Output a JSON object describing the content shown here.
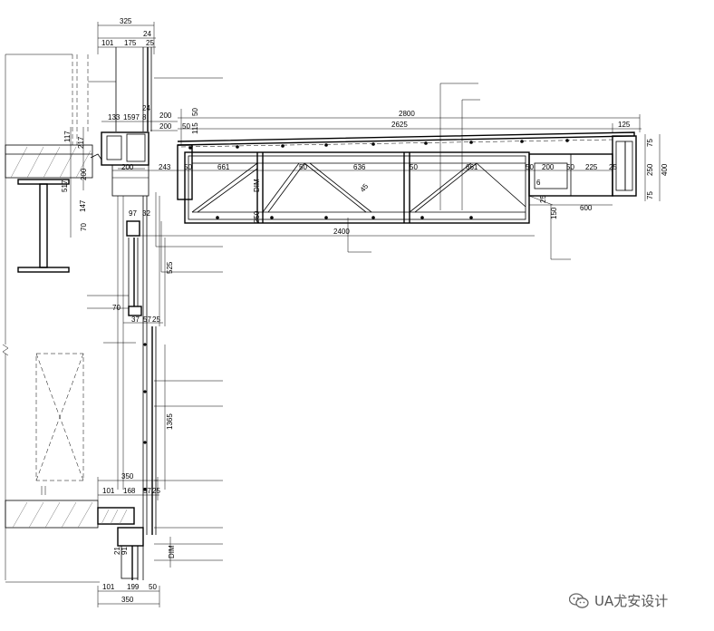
{
  "drawing": {
    "dims_top": {
      "d325": "325",
      "d24a": "24",
      "d101": "101",
      "d175": "175",
      "d25a": "25"
    },
    "dims_mid": {
      "d24b": "24",
      "d133": "133",
      "d15": "15",
      "d97": "97",
      "d8": "8",
      "d200a": "200",
      "d200b": "200",
      "d50a": "50",
      "d117": "117",
      "d217": "217",
      "d200c": "200",
      "d517": "517",
      "d147": "147",
      "d70a": "70",
      "d115": "115",
      "d50b": "50"
    },
    "dims_beam": {
      "d2800": "2800",
      "d2625": "2625",
      "d125": "125",
      "d75a": "75",
      "d250a": "250",
      "d400": "400",
      "d75b": "75",
      "d200d": "200",
      "d243": "243",
      "d50c": "50",
      "d661a": "661",
      "d50d": "50",
      "d636": "636",
      "d50e": "50",
      "d661b": "661",
      "d200e": "200",
      "d225": "225",
      "d50f": "50",
      "d50g": "50",
      "d25b": "25",
      "d250b": "250",
      "dim_a": "DIM",
      "d45": "45",
      "d6": "6",
      "d150": "150",
      "d600": "600",
      "d2400": "2400",
      "d97b": "97",
      "d32": "32",
      "d25c": "25"
    },
    "dims_col": {
      "d525": "525",
      "d70b": "70",
      "d37": "37",
      "d57": "57",
      "d25d": "25",
      "d1365": "1365",
      "d350a": "350",
      "d101b": "101",
      "d168": "168",
      "d57b": "57",
      "d25e": "25",
      "d21": "21",
      "d91": "91",
      "dim_b": "DIM",
      "d101c": "101",
      "d199": "199",
      "d50h": "50",
      "d350b": "350"
    }
  },
  "watermark": {
    "text": "UA尤安设计",
    "icon": "wechat-icon"
  }
}
